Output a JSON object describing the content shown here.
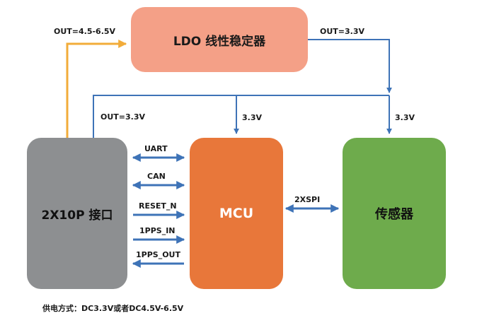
{
  "blocks": {
    "ldo": "LDO 线性稳定器",
    "connector": "2X10P 接口",
    "mcu": "MCU",
    "sensor": "传感器"
  },
  "labels": {
    "out_input": "OUT=4.5-6.5V",
    "out_ldo": "OUT=3.3V",
    "out_connector": "OUT=3.3V",
    "mcu_power": "3.3V",
    "sensor_power": "3.3V",
    "uart": "UART",
    "can": "CAN",
    "reset": "RESET_N",
    "pps_in": "1PPS_IN",
    "pps_out": "1PPS_OUT",
    "spi": "2XSPI"
  },
  "footer": "供电方式：DC3.3V或者DC4.5V-6.5V",
  "colors": {
    "ldo_fill": "#F4A087",
    "connector_fill": "#8D8F91",
    "mcu_fill": "#E8773A",
    "sensor_fill": "#6EAB4C",
    "power_line": "#F2AC3A",
    "signal_line": "#3E73B7"
  }
}
